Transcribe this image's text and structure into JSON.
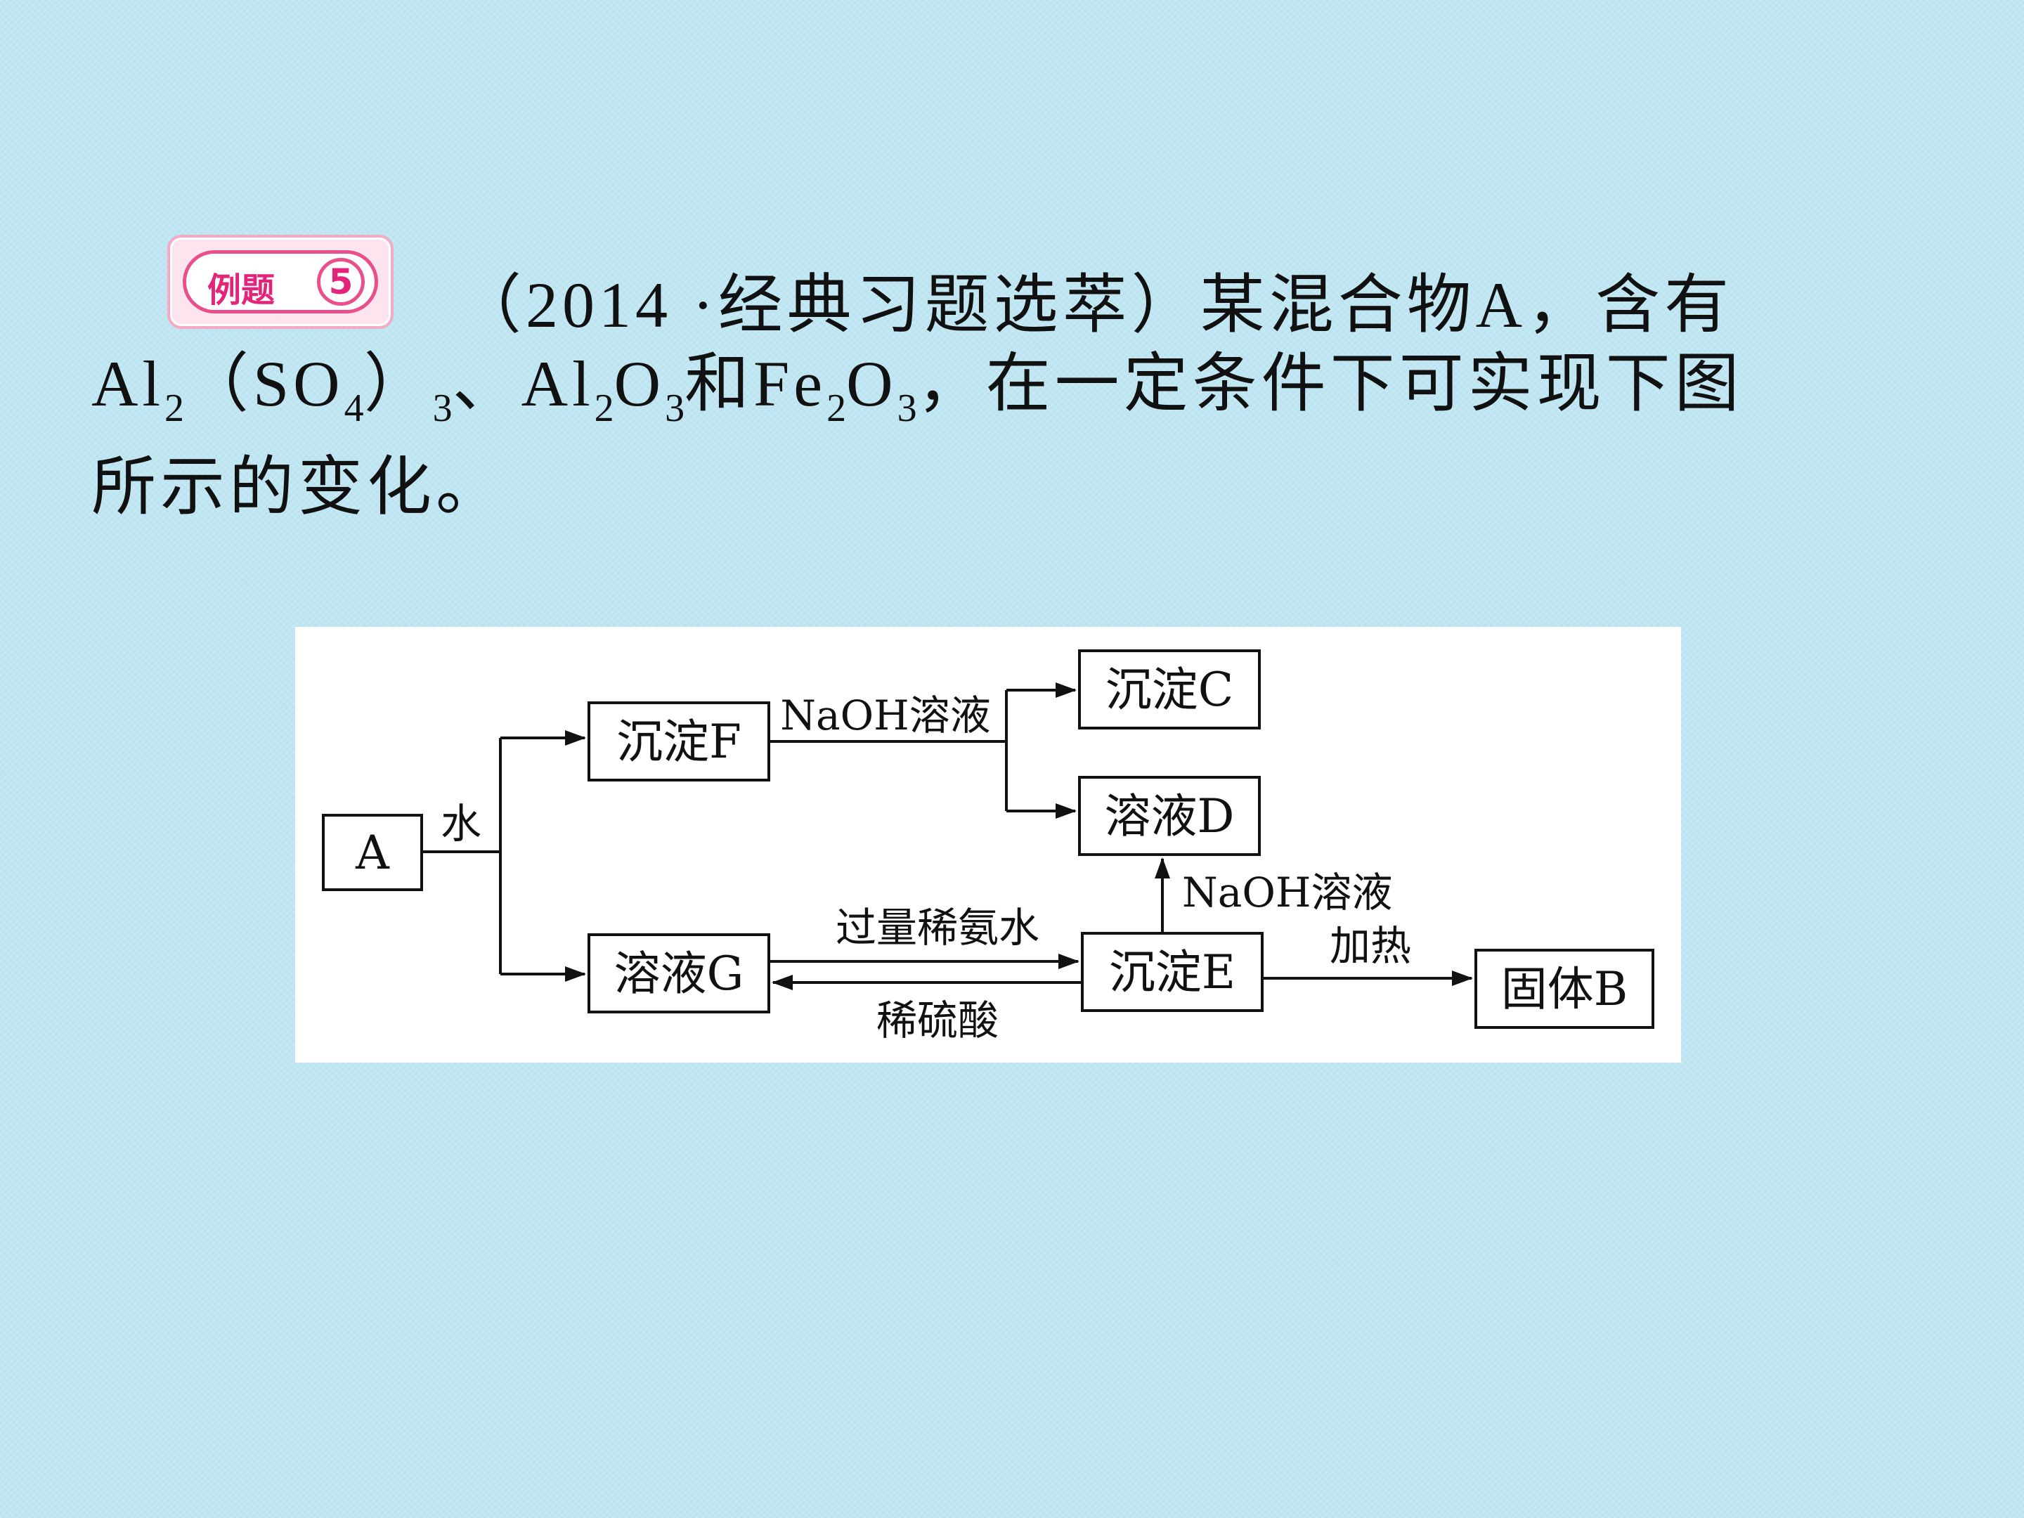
{
  "badge": {
    "label": "例题",
    "number": "5"
  },
  "question": {
    "l1": "（2014 ·经典习题选萃）某混合物A，含有",
    "l2_a": "Al",
    "l2_sub1": "2",
    "l2_b": "（SO",
    "l2_sub2": "4",
    "l2_c": "）",
    "l2_sub3": "3",
    "l2_d": "、Al",
    "l2_sub4": "2",
    "l2_e": "O",
    "l2_sub5": "3",
    "l2_f": "和Fe",
    "l2_sub6": "2",
    "l2_g": "O",
    "l2_sub7": "3",
    "l2_h": "，在一定条件下可实现下图",
    "l3": "所示的变化。"
  },
  "diagram": {
    "nodes": {
      "A": "A",
      "F": "沉淀F",
      "G": "溶液G",
      "C": "沉淀C",
      "D": "溶液D",
      "E": "沉淀E",
      "B": "固体B"
    },
    "edges": {
      "water": "水",
      "naoh_top": "NaOH溶液",
      "ammonia": "过量稀氨水",
      "sulfuric": "稀硫酸",
      "naoh_mid": "NaOH溶液",
      "heat": "加热"
    }
  }
}
